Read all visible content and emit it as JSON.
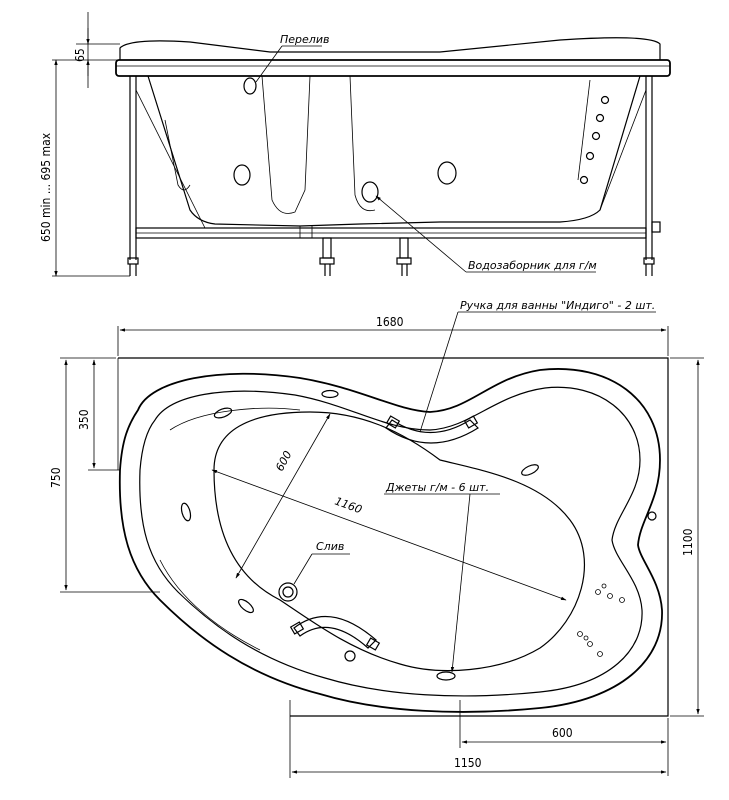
{
  "side_view": {
    "height_range": "650 min ... 695 max",
    "rim_height": "65",
    "overflow_label": "Перелив",
    "water_intake_label": "Водозаборник для г/м"
  },
  "top_view": {
    "overall_length": "1680",
    "overall_width": "1100",
    "left_depth": "750",
    "left_offset": "350",
    "bowl_length": "1160",
    "bowl_width": "600",
    "bottom_offset": "600",
    "bottom_length": "1150",
    "handle_label": "Ручка для ванны \"Индиго\" - 2 шт.",
    "jets_label": "Джеты г/м - 6 шт.",
    "drain_label": "Слив"
  }
}
